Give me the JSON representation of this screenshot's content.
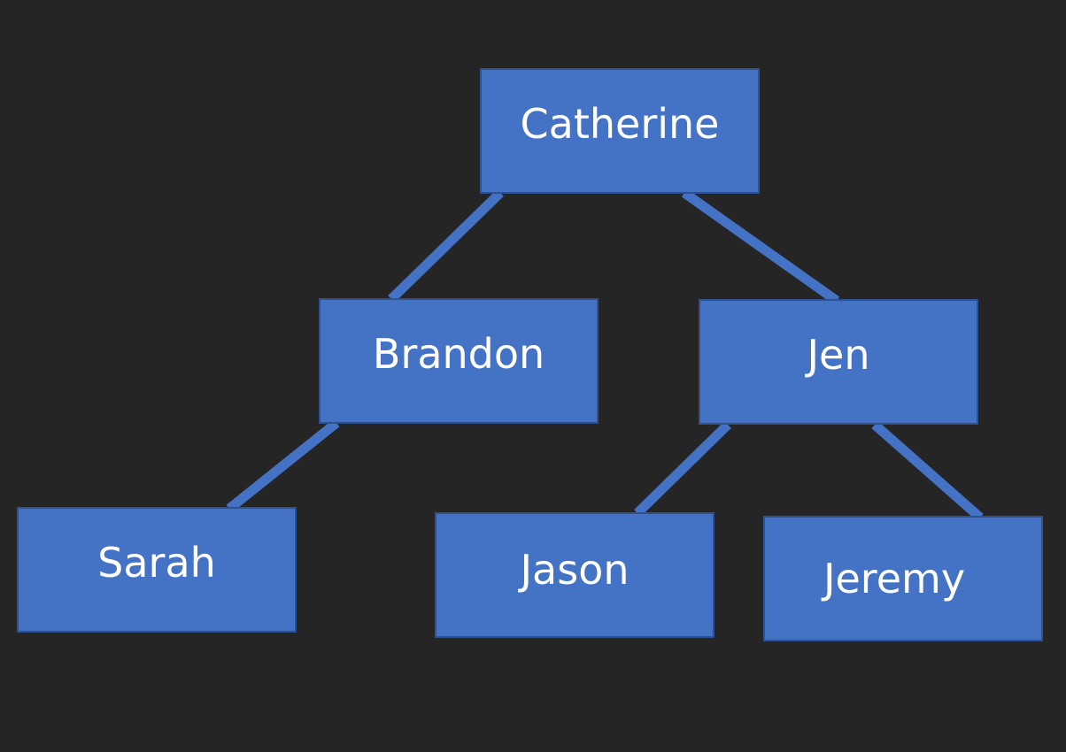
{
  "diagram": {
    "type": "tree",
    "colors": {
      "background": "#252525",
      "node_fill": "#4472c4",
      "node_border": "#2f528f",
      "connector": "#4472c4",
      "text": "#ffffff"
    },
    "nodes": [
      {
        "id": "catherine",
        "label": "Catherine"
      },
      {
        "id": "brandon",
        "label": "Brandon"
      },
      {
        "id": "jen",
        "label": "Jen"
      },
      {
        "id": "sarah",
        "label": "Sarah"
      },
      {
        "id": "jason",
        "label": "Jason"
      },
      {
        "id": "jeremy",
        "label": "Jeremy"
      }
    ],
    "edges": [
      {
        "from": "catherine",
        "to": "brandon"
      },
      {
        "from": "catherine",
        "to": "jen"
      },
      {
        "from": "brandon",
        "to": "sarah"
      },
      {
        "from": "jen",
        "to": "jason"
      },
      {
        "from": "jen",
        "to": "jeremy"
      }
    ]
  }
}
